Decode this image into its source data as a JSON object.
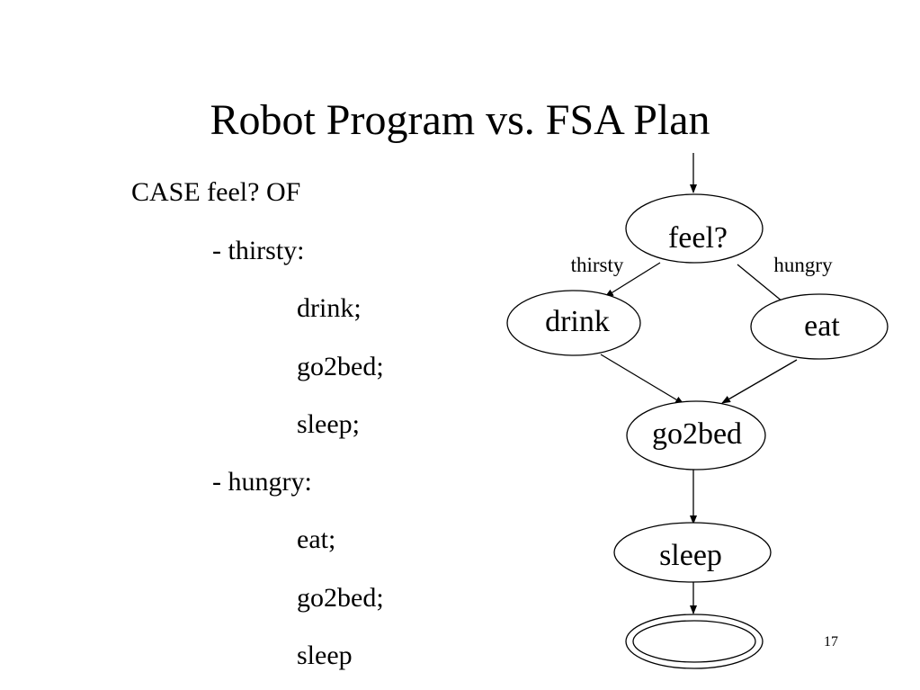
{
  "slide": {
    "title": "Robot Program vs. FSA Plan",
    "page_number": "17"
  },
  "program": {
    "lines": [
      "CASE feel? OF",
      "- thirsty:",
      "drink;",
      "go2bed;",
      "sleep;",
      "- hungry:",
      "eat;",
      "go2bed;",
      "sleep"
    ]
  },
  "fsa": {
    "states": {
      "feel": "feel?",
      "drink": "drink",
      "eat": "eat",
      "go2bed": "go2bed",
      "sleep": "sleep",
      "final": ""
    },
    "edges": {
      "thirsty": "thirsty",
      "hungry": "hungry"
    }
  }
}
